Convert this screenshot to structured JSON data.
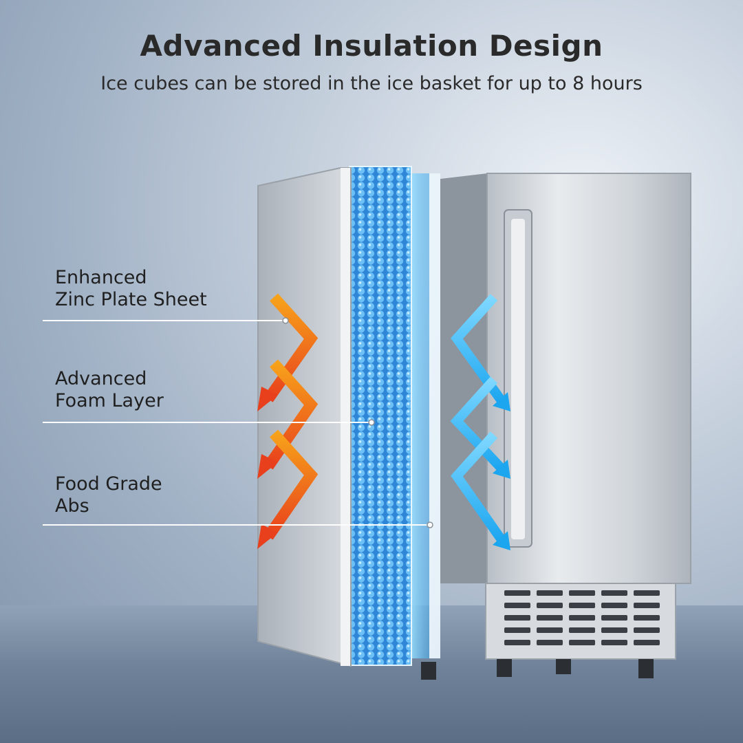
{
  "header": {
    "title": "Advanced Insulation Design",
    "subtitle": "Ice cubes can be stored in the ice basket for up to 8 hours"
  },
  "callouts": [
    {
      "line1": "Enhanced",
      "line2": "Zinc Plate Sheet"
    },
    {
      "line1": "Advanced",
      "line2": "Foam Layer"
    },
    {
      "line1": "Food Grade",
      "line2": "Abs"
    }
  ],
  "colors": {
    "heat_arrow": "#f15a22",
    "cool_arrow": "#2ab4f5",
    "foam": "#4aa8e8",
    "steel": "#d5d9de"
  },
  "icons": [
    "heat-arrow-icon",
    "cool-arrow-icon"
  ]
}
